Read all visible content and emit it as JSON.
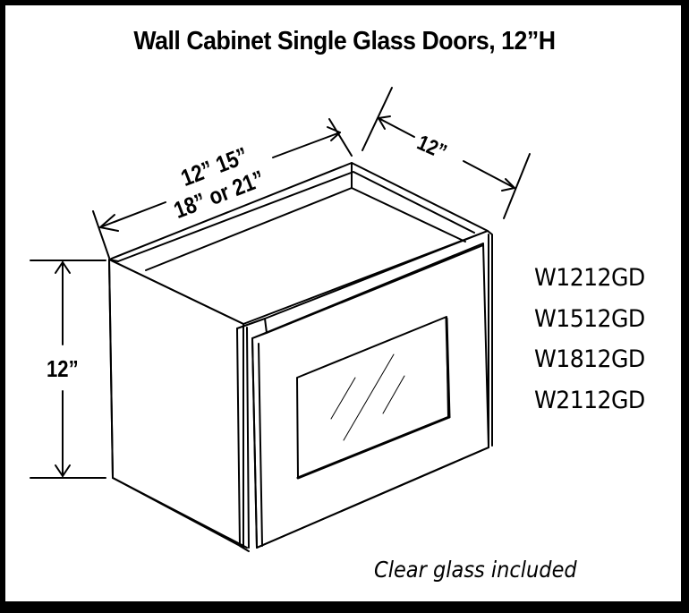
{
  "title": "Wall Cabinet Single Glass Doors, 12”H",
  "dimensions": {
    "width_line1": "12” 15”",
    "width_line2": "18” or 21”",
    "depth": "12”",
    "height": "12”"
  },
  "models": [
    "W1212GD",
    "W1512GD",
    "W1812GD",
    "W2112GD"
  ],
  "note": "Clear glass included",
  "colors": {
    "border": "#000000",
    "background": "#ffffff",
    "line": "#000000"
  }
}
